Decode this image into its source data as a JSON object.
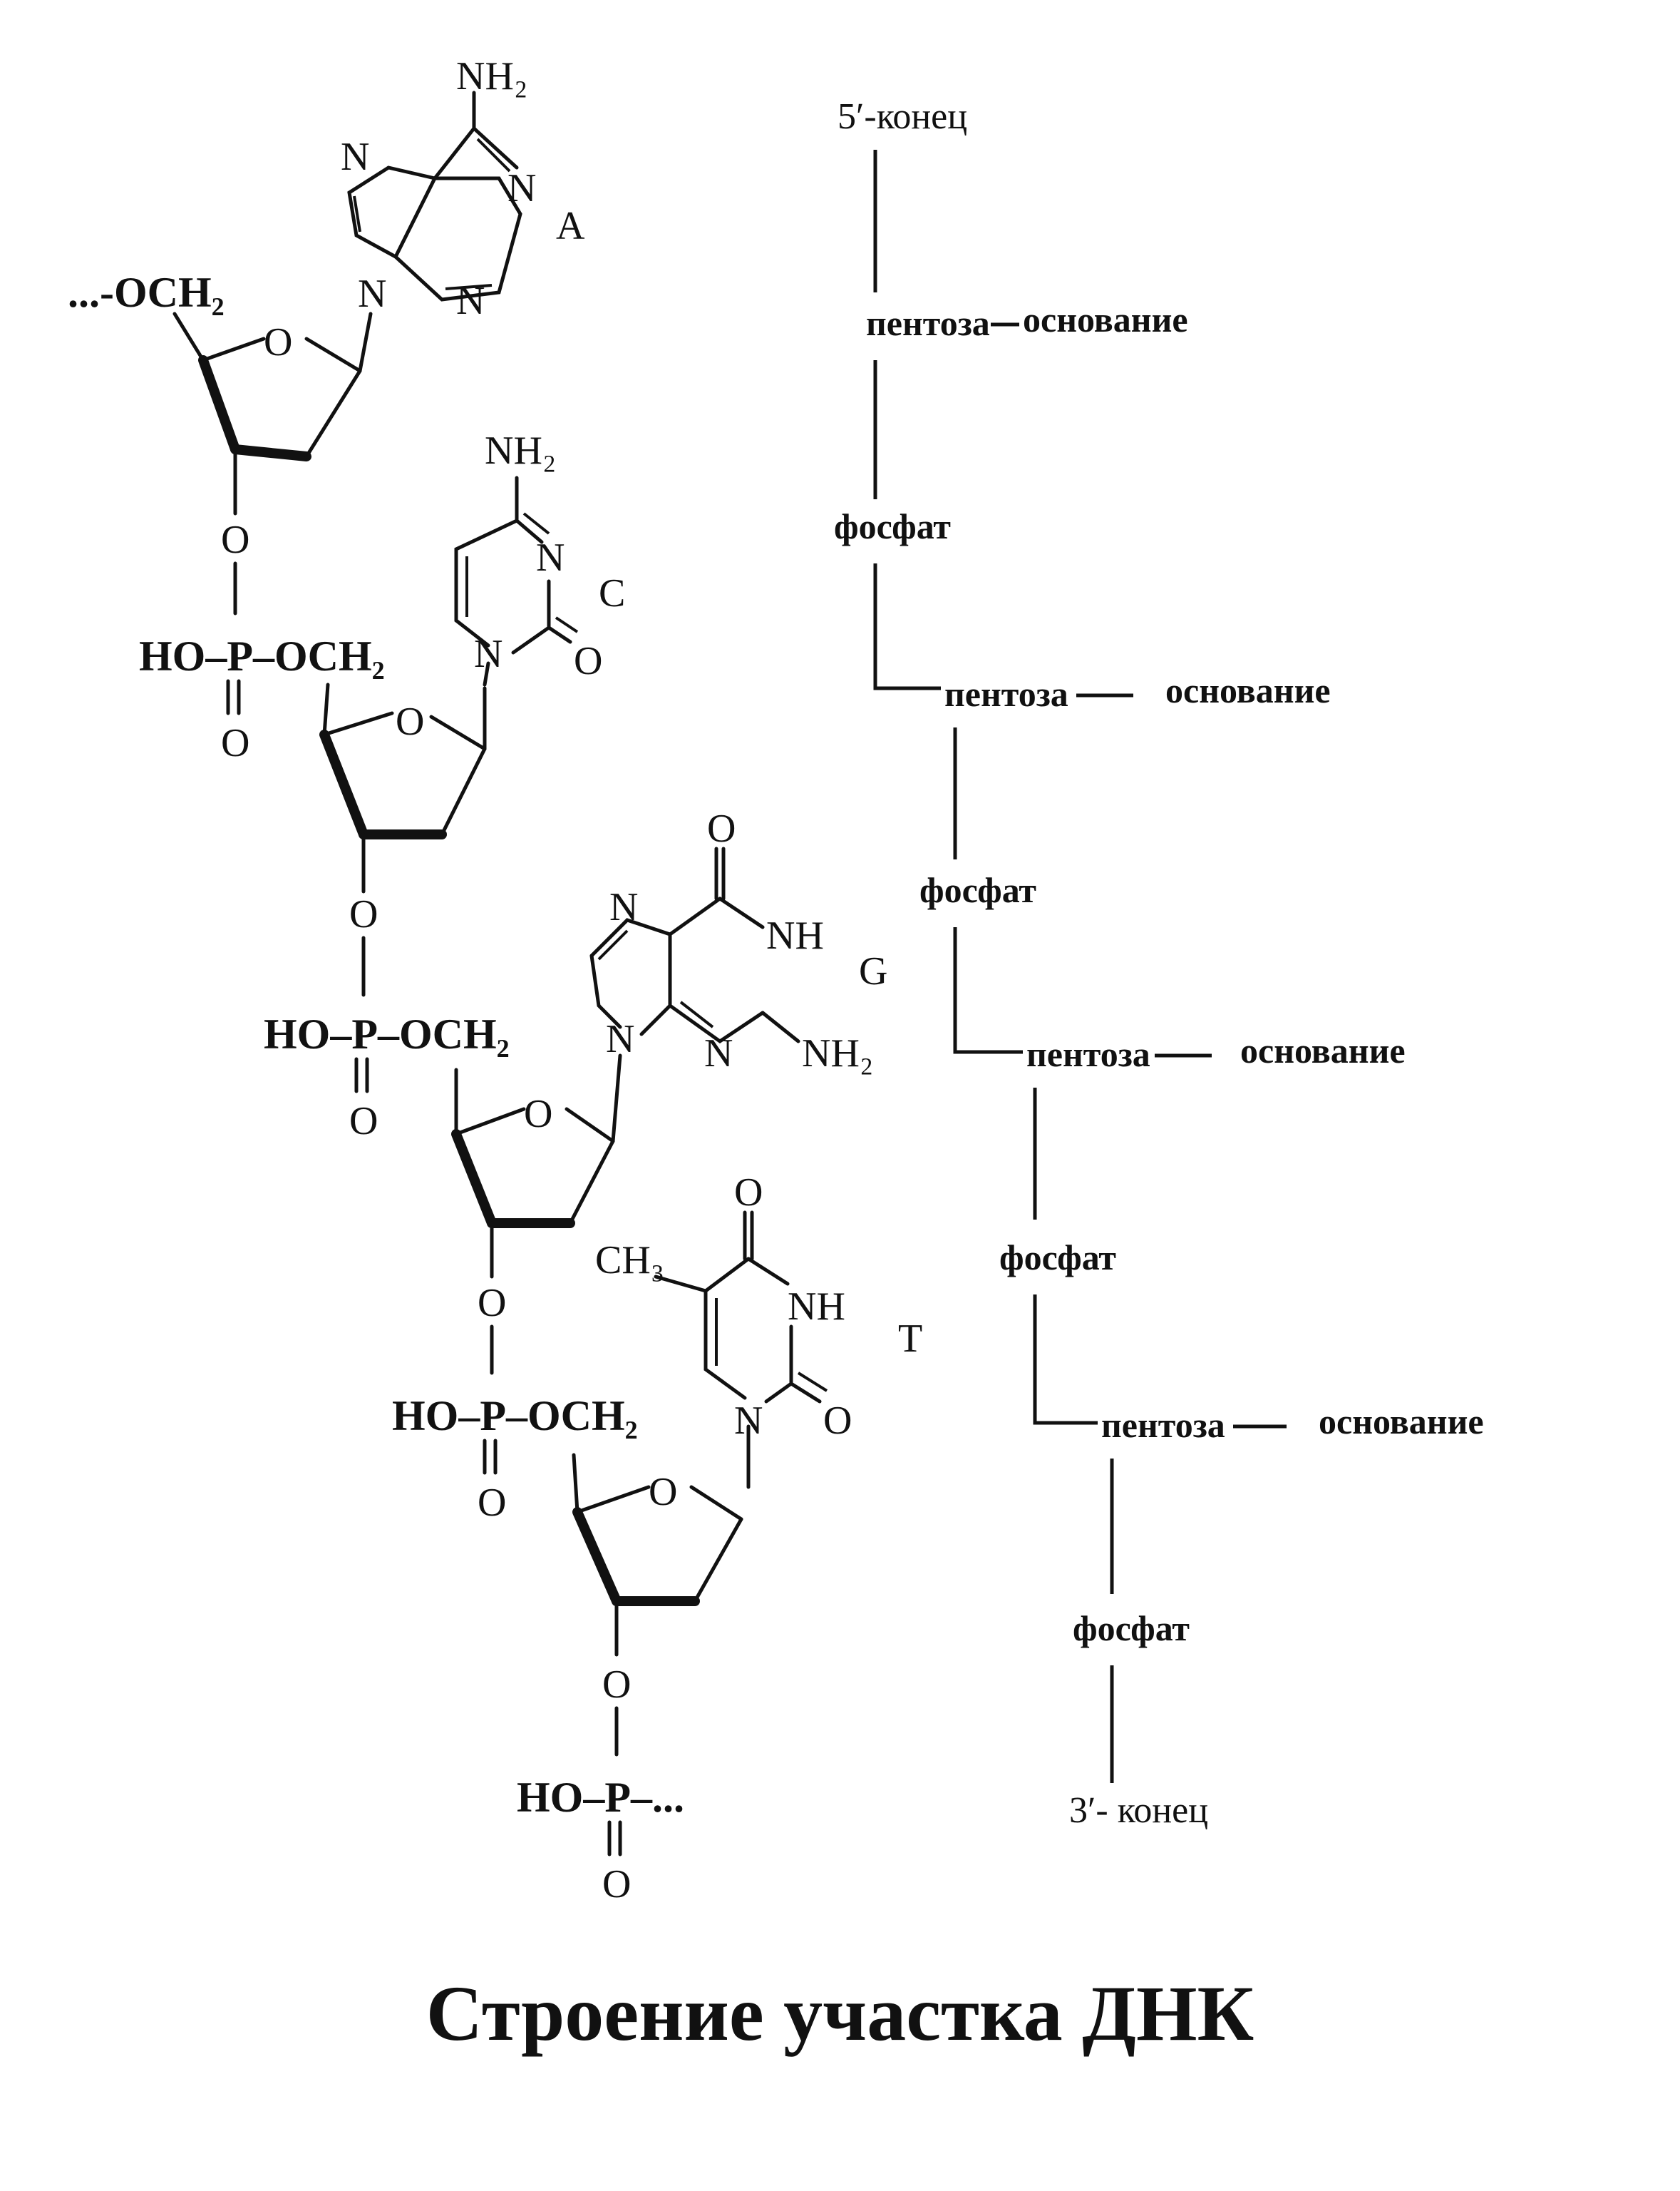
{
  "caption": "Строение участка ДНК",
  "nucleotides": [
    {
      "letter": "A",
      "amine": "NH₂",
      "ring_n": [
        "N",
        "N",
        "N",
        "N"
      ],
      "ring_o": "O",
      "link_in": "...-OCH₂",
      "link_out_o": "O"
    },
    {
      "letter": "C",
      "amine": "NH₂",
      "ring_n": [
        "N",
        "N"
      ],
      "carbonyl": "O",
      "ring_o": "O",
      "phosphate_left": "HO–P–OCH₂",
      "phosphate_double_o": "O",
      "link_out_o": "O"
    },
    {
      "letter": "G",
      "carbonyl": "O",
      "nh": "NH",
      "amine": "NH₂",
      "ring_n": [
        "N",
        "N",
        "N"
      ],
      "ring_o": "O",
      "phosphate_left": "HO–P–OCH₂",
      "phosphate_double_o": "O",
      "link_out_o": "O"
    },
    {
      "letter": "T",
      "methyl": "CH₃",
      "carbonyl_top": "O",
      "nh": "NH",
      "ring_n": "N",
      "carbonyl_right": "O",
      "ring_o": "O",
      "phosphate_left": "HO–P–OCH₂",
      "phosphate_double_o": "O",
      "link_out_o": "O"
    }
  ],
  "tail": {
    "phosphate": "HO–P–...",
    "double_o": "O"
  },
  "scheme": {
    "start": "5′-конец",
    "end": "3′- конец",
    "pentose": "пентоза",
    "base": "основание",
    "phosphate": "фосфат"
  },
  "colors": {
    "ink": "#111111",
    "paper": "#ffffff"
  }
}
